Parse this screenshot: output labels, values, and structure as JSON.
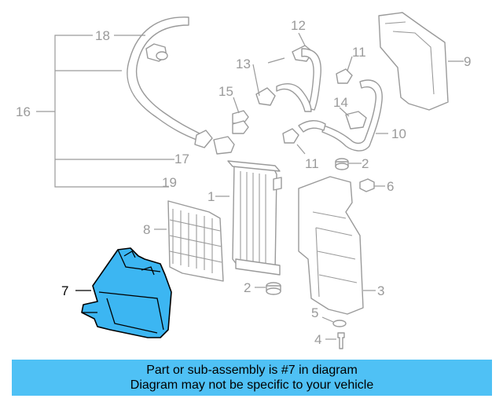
{
  "diagram": {
    "callouts": {
      "c1": "1",
      "c2a": "2",
      "c2b": "2",
      "c3": "3",
      "c4": "4",
      "c5": "5",
      "c6": "6",
      "c7": "7",
      "c8": "8",
      "c9": "9",
      "c10": "10",
      "c11a": "11",
      "c11b": "11",
      "c12": "12",
      "c13": "13",
      "c14": "14",
      "c15": "15",
      "c16": "16",
      "c17": "17",
      "c18": "18",
      "c19": "19"
    },
    "highlighted_part": "7",
    "highlight_color": "#3cb6f2"
  },
  "banner": {
    "line1": "Part or sub-assembly is #7 in diagram",
    "line2": "Diagram may not be specific to your vehicle",
    "background": "#4fc1f5"
  }
}
